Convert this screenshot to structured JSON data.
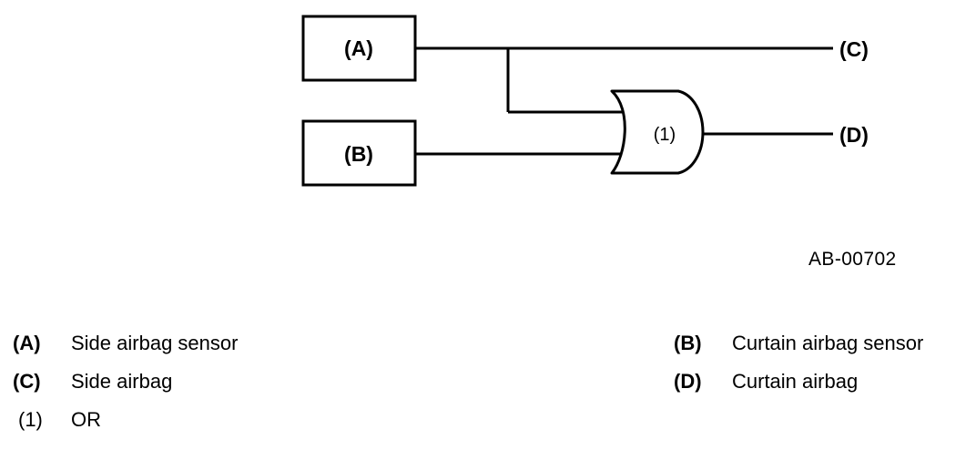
{
  "diagram": {
    "blocks": [
      {
        "id": "A",
        "label": "(A)"
      },
      {
        "id": "B",
        "label": "(B)"
      }
    ],
    "gate": {
      "label": "(1)",
      "type": "or-gate"
    },
    "outputs": [
      {
        "id": "C",
        "label": "(C)"
      },
      {
        "id": "D",
        "label": "(D)"
      }
    ],
    "reference_code": "AB-00702"
  },
  "legend": {
    "left_column": [
      {
        "key": "(A)",
        "desc": "Side airbag sensor",
        "bold_key": true
      },
      {
        "key": "(C)",
        "desc": "Side airbag",
        "bold_key": true
      },
      {
        "key": "(1)",
        "desc": "OR",
        "bold_key": false
      }
    ],
    "right_column": [
      {
        "key": "(B)",
        "desc": "Curtain airbag sensor",
        "bold_key": true
      },
      {
        "key": "(D)",
        "desc": "Curtain airbag",
        "bold_key": true
      }
    ]
  },
  "colors": {
    "line": "#000000",
    "background": "#ffffff",
    "text": "#000000"
  }
}
